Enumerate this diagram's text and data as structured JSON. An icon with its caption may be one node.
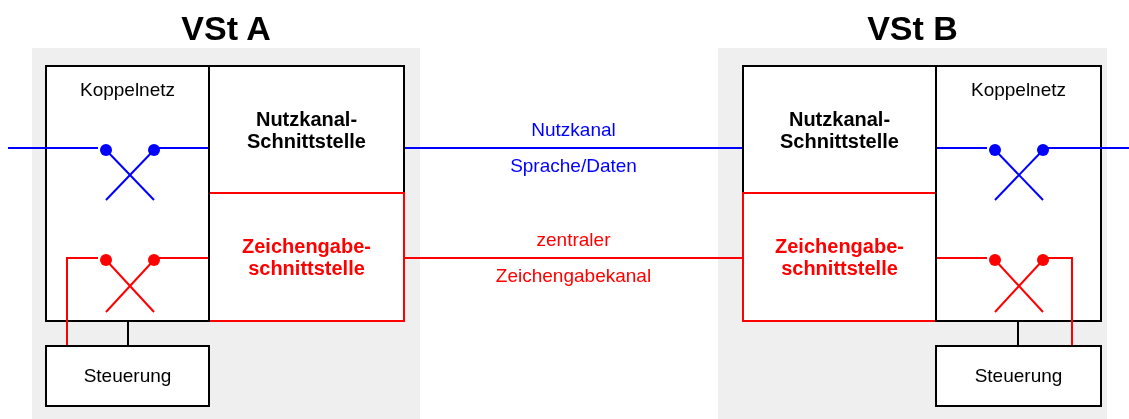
{
  "diagram": {
    "nodes": [
      {
        "text": [
          "VSt A"
        ]
      },
      {
        "text": [
          "Koppelnetz"
        ],
        "in": 0
      },
      {
        "text": [],
        "shape": "switch",
        "in": 1
      },
      {
        "text": [],
        "shape": "switch",
        "in": 1
      },
      {
        "text": [
          "Nutzkanal- Schnittstelle"
        ],
        "in": 0
      },
      {
        "text": [
          "Zeichengabe- schnittstelle"
        ],
        "in": 0
      },
      {
        "text": [
          "Steuerung"
        ],
        "in": 0
      },
      {
        "text": [
          "VSt B"
        ]
      },
      {
        "text": [
          "Nutzkanal- Schnittstelle"
        ],
        "in": 7
      },
      {
        "text": [
          "Zeichengabe- schnittstelle"
        ],
        "in": 7
      },
      {
        "text": [
          "Koppelnetz"
        ],
        "in": 7
      },
      {
        "text": [],
        "shape": "switch",
        "in": 10
      },
      {
        "text": [],
        "shape": "switch",
        "in": 10
      },
      {
        "text": [
          "Steuerung"
        ],
        "in": 7
      }
    ],
    "edges": [
      {
        "from": null,
        "to": 2,
        "arrow": "none",
        "color": "#0000ff"
      },
      {
        "from": 2,
        "to": 4,
        "arrow": "none",
        "color": "#0000ff"
      },
      {
        "from": 3,
        "to": 5,
        "arrow": "none",
        "color": "#ff0000"
      },
      {
        "from": 3,
        "to": 6,
        "arrow": "none",
        "color": "#ff0000"
      },
      {
        "from": 1,
        "to": 6,
        "arrow": "none",
        "color": "#000000"
      },
      {
        "from": 4,
        "to": 8,
        "label": "Nutzkanal Sprache/Daten",
        "arrow": "none",
        "color": "#0000ff"
      },
      {
        "from": 5,
        "to": 9,
        "label": "zentraler Zeichengabekanal",
        "arrow": "none",
        "color": "#ff0000"
      },
      {
        "from": 9,
        "to": 12,
        "arrow": "none",
        "color": "#ff0000"
      },
      {
        "from": 12,
        "to": 13,
        "arrow": "none",
        "color": "#ff0000"
      },
      {
        "from": 10,
        "to": 13,
        "arrow": "none",
        "color": "#000000"
      },
      {
        "from": 8,
        "to": 11,
        "arrow": "none",
        "color": "#0000ff"
      },
      {
        "from": 11,
        "to": null,
        "arrow": "none",
        "color": "#0000ff"
      }
    ]
  }
}
